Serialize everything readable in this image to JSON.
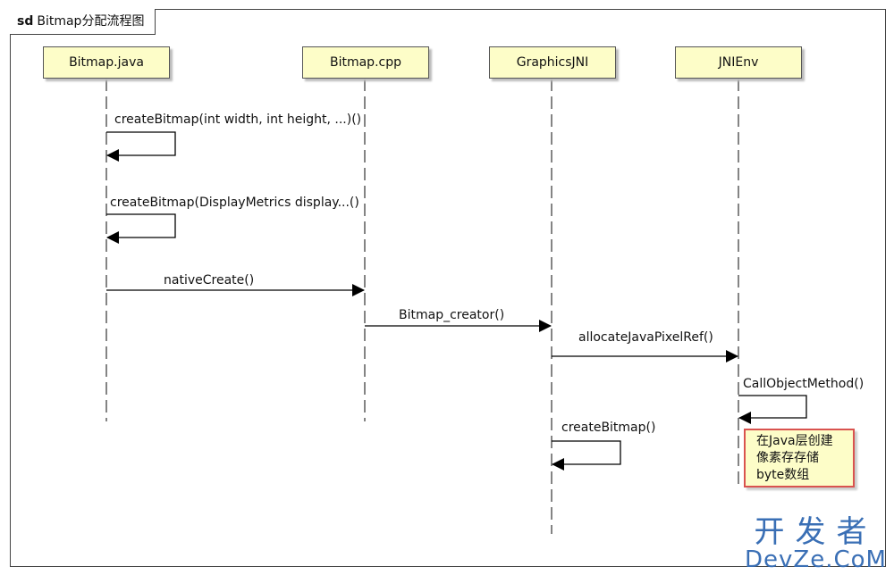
{
  "frame": {
    "keyword": "sd",
    "title": "Bitmap分配流程图"
  },
  "participants": [
    {
      "id": "bitmap-java",
      "label": "Bitmap.java"
    },
    {
      "id": "bitmap-cpp",
      "label": "Bitmap.cpp"
    },
    {
      "id": "graphics-jni",
      "label": "GraphicsJNI"
    },
    {
      "id": "jnienv",
      "label": "JNIEnv"
    }
  ],
  "messages": [
    {
      "label": "createBitmap(int width, int height, ...)()",
      "from": 0,
      "to": 0
    },
    {
      "label": "createBitmap(DisplayMetrics display...()",
      "from": 0,
      "to": 0
    },
    {
      "label": "nativeCreate()",
      "from": 0,
      "to": 1
    },
    {
      "label": "Bitmap_creator()",
      "from": 1,
      "to": 2
    },
    {
      "label": "allocateJavaPixelRef()",
      "from": 2,
      "to": 3
    },
    {
      "label": "CallObjectMethod()",
      "from": 3,
      "to": 3
    },
    {
      "label": "createBitmap()",
      "from": 2,
      "to": 2
    }
  ],
  "note": {
    "lines": [
      "在Java层创建",
      "像素存存储",
      "byte数组"
    ],
    "border_color": "#d9534f",
    "fill_color": "#fdfdc8"
  },
  "watermark": {
    "cn": "开发者",
    "en": "DevZe.CoM",
    "color": "#3a6fb5"
  }
}
